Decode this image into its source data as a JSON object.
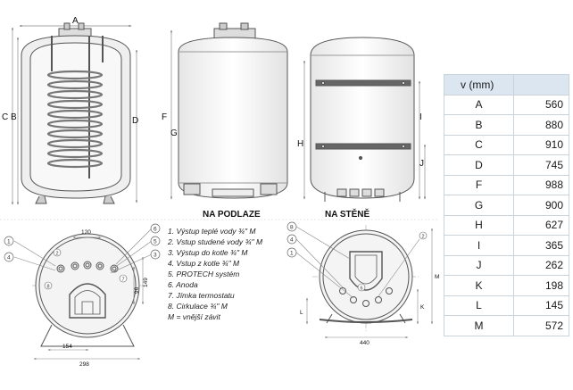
{
  "top_left_labels": {
    "top": "A",
    "left_1": "C",
    "left_2": "B",
    "right": "D"
  },
  "floor_view_labels": {
    "left_1": "F",
    "left_2": "G",
    "caption": "NA PODLAZE"
  },
  "wall_view_labels": {
    "left": "H",
    "right_1": "I",
    "right_2": "J",
    "caption": "NA STĚNĚ"
  },
  "bottom_left_dims": {
    "top_width": "120",
    "side_1": "149",
    "side_2": "96",
    "bottom_1": "154",
    "bottom_2": "298"
  },
  "bottom_right_dims": {
    "bottom_width": "440",
    "side_m": "M",
    "side_k": "K",
    "side_l": "L"
  },
  "callouts_left": [
    "1",
    "4",
    "6",
    "5",
    "3",
    "2",
    "7",
    "8"
  ],
  "callouts_right": [
    "8",
    "4",
    "1",
    "2",
    "6"
  ],
  "legend": [
    "1. Výstup teplé vody ¾\" M",
    "2. Vstup studené vody ¾\" M",
    "3. Výstup do kotle ¾\" M",
    "4. Vstup z kotle ¾\" M",
    "5. PROTECH systém",
    "6. Anoda",
    "7. Jímka termostatu",
    "8. Cirkulace ¾\" M",
    "M = vnější závit"
  ],
  "table": {
    "header": "v (mm)",
    "rows": [
      {
        "key": "A",
        "value": "560"
      },
      {
        "key": "B",
        "value": "880"
      },
      {
        "key": "C",
        "value": "910"
      },
      {
        "key": "D",
        "value": "745"
      },
      {
        "key": "F",
        "value": "988"
      },
      {
        "key": "G",
        "value": "900"
      },
      {
        "key": "H",
        "value": "627"
      },
      {
        "key": "I",
        "value": "365"
      },
      {
        "key": "J",
        "value": "262"
      },
      {
        "key": "K",
        "value": "198"
      },
      {
        "key": "L",
        "value": "145"
      },
      {
        "key": "M",
        "value": "572"
      }
    ]
  },
  "colors": {
    "line": "#555555",
    "dim_line": "#777777",
    "tank_fill": "#f2f2f2",
    "table_header": "#dce6f1",
    "table_border": "#c9d3dc"
  }
}
